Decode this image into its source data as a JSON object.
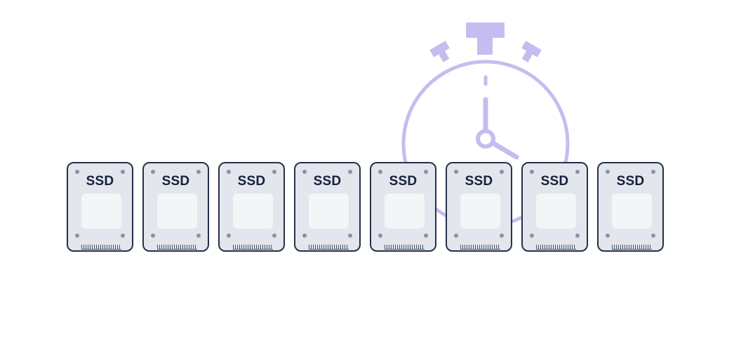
{
  "colors": {
    "accent_purple": "#c4bdf0",
    "speed_line_end": "#c9c3f1",
    "ssd_body": "#e3e6ec",
    "ssd_border": "#243149",
    "ssd_label": "#15203a"
  },
  "icons": {
    "stopwatch": "stopwatch-icon",
    "speed_lines": "speed-lines-icon"
  },
  "drives": [
    {
      "label": "SSD"
    },
    {
      "label": "SSD"
    },
    {
      "label": "SSD"
    },
    {
      "label": "SSD"
    },
    {
      "label": "SSD"
    },
    {
      "label": "SSD"
    },
    {
      "label": "SSD"
    },
    {
      "label": "SSD"
    }
  ]
}
